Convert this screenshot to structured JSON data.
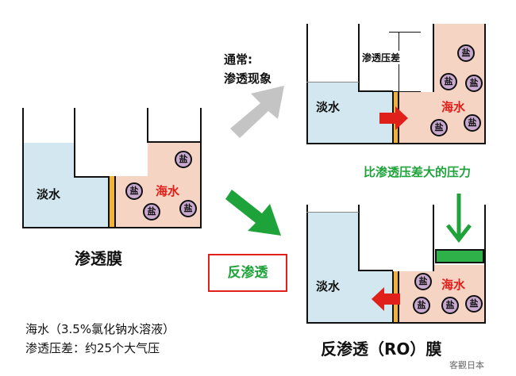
{
  "labels": {
    "fresh_water": "淡水",
    "sea_water": "海水",
    "salt": "盐",
    "osmotic_pressure_diff": "渗透压差"
  },
  "captions": {
    "normal_line1": "通常:",
    "normal_line2": "渗透现象",
    "membrane": "渗透膜",
    "reverse_box": "反渗透",
    "ro_membrane": "反渗透（RO）膜",
    "applied_pressure": "比渗透压差大的压力"
  },
  "notes": {
    "line1": "海水（3.5%氯化钠水溶液）",
    "line2": "渗透压差：约25个大气压"
  },
  "watermark": "客觀日本",
  "colors": {
    "fresh_water": "#d2e7ef",
    "sea_water": "#f6d4c3",
    "membrane": "#f0b23a",
    "salt": "#c9a9d0",
    "red_accent": "#e0201b",
    "green_accent": "#1ea33a",
    "grey_arrow": "#c4c4c4"
  }
}
